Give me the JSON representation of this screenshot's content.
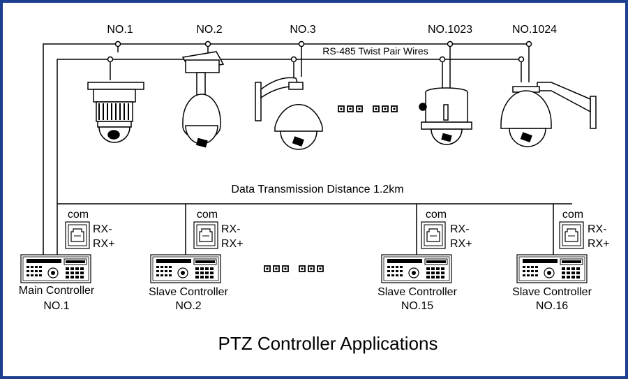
{
  "cameras": [
    {
      "label": "NO.1",
      "type": "box-housing-dome"
    },
    {
      "label": "NO.2",
      "type": "pendant-dome"
    },
    {
      "label": "NO.3",
      "type": "wall-mount-dome"
    },
    {
      "label": "NO.1023",
      "type": "ceiling-dome"
    },
    {
      "label": "NO.1024",
      "type": "wall-mount-dome"
    }
  ],
  "bus_label": "RS-485 Twist  Pair  Wires",
  "distance_label": "Data Transmission Distance 1.2km",
  "ellipsis_icon": "ellipsis-blocks-icon",
  "controllers": [
    {
      "port": "com",
      "rx_minus": "RX-",
      "rx_plus": "RX+",
      "name": "Main Controller",
      "number": "NO.1"
    },
    {
      "port": "com",
      "rx_minus": "RX-",
      "rx_plus": "RX+",
      "name": "Slave Controller",
      "number": "NO.2"
    },
    {
      "port": "com",
      "rx_minus": "RX-",
      "rx_plus": "RX+",
      "name": "Slave Controller",
      "number": "NO.15"
    },
    {
      "port": "com",
      "rx_minus": "RX-",
      "rx_plus": "RX+",
      "name": "Slave Controller",
      "number": "NO.16"
    }
  ],
  "title": "PTZ Controller Applications",
  "colors": {
    "frame": "#1c3f8f",
    "line": "#000000",
    "background": "#ffffff"
  }
}
